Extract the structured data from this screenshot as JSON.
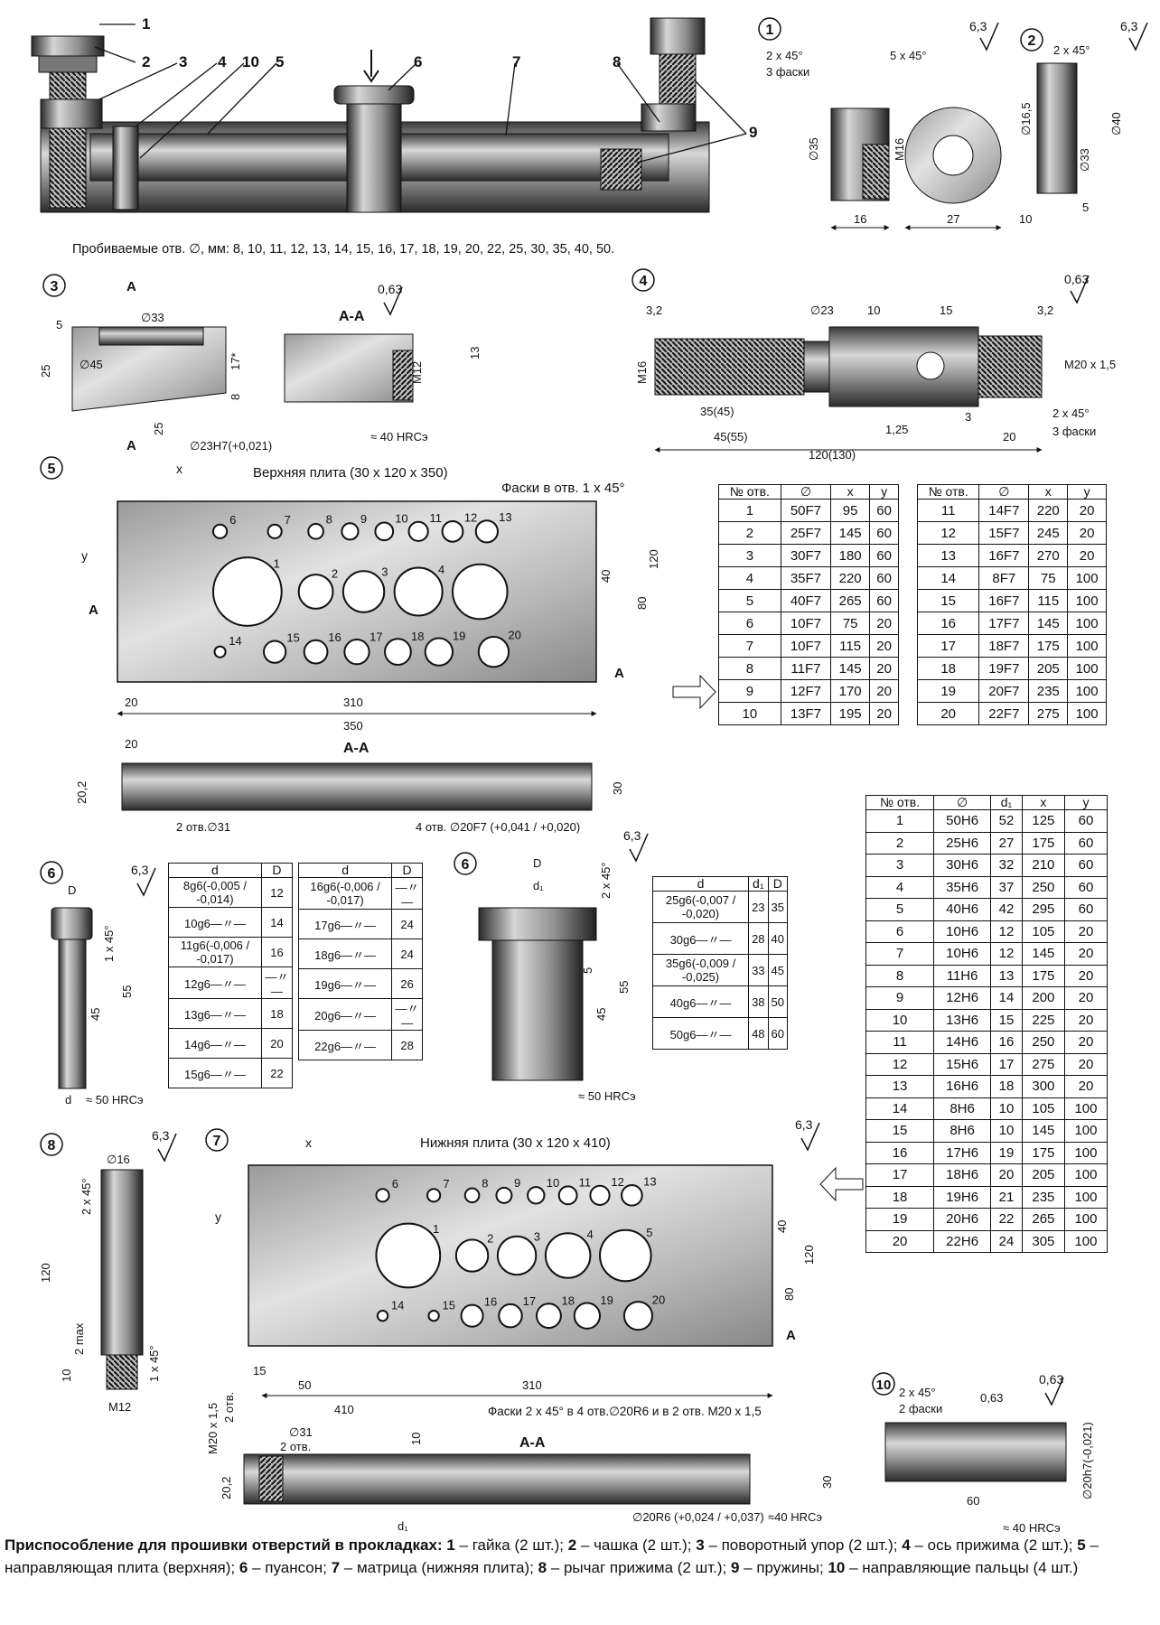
{
  "assembly": {
    "callouts": [
      "1",
      "2",
      "3",
      "4",
      "10",
      "5",
      "6",
      "7",
      "8",
      "9"
    ],
    "holes_note": "Пробиваемые отв. ∅, мм: 8, 10, 11, 12, 13, 14, 15, 16, 17, 18, 19, 20, 22, 25, 30, 35, 40, 50."
  },
  "part1": {
    "num": "1",
    "rough": "6,3",
    "dims": [
      "2 x 45°",
      "3 фаски",
      "5 x 45°",
      "∅35",
      "M16",
      "16",
      "27"
    ]
  },
  "part2": {
    "num": "2",
    "rough": "6,3",
    "dims": [
      "2 x 45°",
      "∅16,5",
      "∅40",
      "∅33",
      "10",
      "5"
    ]
  },
  "part3": {
    "num": "3",
    "section": "A-A",
    "hard": "≈ 40 HRCэ",
    "rough": "0,63",
    "dims": [
      "5",
      "∅33",
      "25",
      "∅45",
      "17*",
      "8",
      "25",
      "∅23H7(+0,021)",
      "13",
      "M12",
      "A",
      "A",
      "A"
    ]
  },
  "part4": {
    "num": "4",
    "rough": "0,63",
    "rough_b": "3,2",
    "dims": [
      "∅23",
      "10",
      "15",
      "M16",
      "M20 x 1,5",
      "35(45)",
      "45(55)",
      "1,25",
      "3",
      "20",
      "120(130)",
      "2 x 45°",
      "3 фаски"
    ]
  },
  "part5": {
    "num": "5",
    "title": "Верхняя плита (30 x 120 x 350)",
    "chamfer": "Фаски в отв. 1 x 45°",
    "axis_x": "x",
    "axis_y": "y",
    "section": "A-A",
    "mark_a": "A",
    "hole_nums": [
      "1",
      "2",
      "3",
      "4",
      "",
      "6",
      "7",
      "8",
      "9",
      "10",
      "11",
      "12",
      "13",
      "14",
      "15",
      "16",
      "17",
      "18",
      "19",
      "20"
    ],
    "dims": [
      "40",
      "80",
      "120",
      "20",
      "310",
      "350",
      "20",
      "20,2",
      "30",
      "2 отв.∅31",
      "4 отв. ∅20F7 (+0,041 / +0,020)"
    ],
    "table_headers": [
      "№ отв.",
      "∅",
      "x",
      "y"
    ],
    "table_a": [
      [
        "1",
        "50F7",
        "95",
        "60"
      ],
      [
        "2",
        "25F7",
        "145",
        "60"
      ],
      [
        "3",
        "30F7",
        "180",
        "60"
      ],
      [
        "4",
        "35F7",
        "220",
        "60"
      ],
      [
        "5",
        "40F7",
        "265",
        "60"
      ],
      [
        "6",
        "10F7",
        "75",
        "20"
      ],
      [
        "7",
        "10F7",
        "115",
        "20"
      ],
      [
        "8",
        "11F7",
        "145",
        "20"
      ],
      [
        "9",
        "12F7",
        "170",
        "20"
      ],
      [
        "10",
        "13F7",
        "195",
        "20"
      ]
    ],
    "table_b": [
      [
        "11",
        "14F7",
        "220",
        "20"
      ],
      [
        "12",
        "15F7",
        "245",
        "20"
      ],
      [
        "13",
        "16F7",
        "270",
        "20"
      ],
      [
        "14",
        "8F7",
        "75",
        "100"
      ],
      [
        "15",
        "16F7",
        "115",
        "100"
      ],
      [
        "16",
        "17F7",
        "145",
        "100"
      ],
      [
        "17",
        "18F7",
        "175",
        "100"
      ],
      [
        "18",
        "19F7",
        "205",
        "100"
      ],
      [
        "19",
        "20F7",
        "235",
        "100"
      ],
      [
        "20",
        "22F7",
        "275",
        "100"
      ]
    ]
  },
  "part7table": {
    "headers": [
      "№ отв.",
      "∅",
      "d₁",
      "x",
      "y"
    ],
    "rows": [
      [
        "1",
        "50H6",
        "52",
        "125",
        "60"
      ],
      [
        "2",
        "25H6",
        "27",
        "175",
        "60"
      ],
      [
        "3",
        "30H6",
        "32",
        "210",
        "60"
      ],
      [
        "4",
        "35H6",
        "37",
        "250",
        "60"
      ],
      [
        "5",
        "40H6",
        "42",
        "295",
        "60"
      ],
      [
        "6",
        "10H6",
        "12",
        "105",
        "20"
      ],
      [
        "7",
        "10H6",
        "12",
        "145",
        "20"
      ],
      [
        "8",
        "11H6",
        "13",
        "175",
        "20"
      ],
      [
        "9",
        "12H6",
        "14",
        "200",
        "20"
      ],
      [
        "10",
        "13H6",
        "15",
        "225",
        "20"
      ],
      [
        "11",
        "14H6",
        "16",
        "250",
        "20"
      ],
      [
        "12",
        "15H6",
        "17",
        "275",
        "20"
      ],
      [
        "13",
        "16H6",
        "18",
        "300",
        "20"
      ],
      [
        "14",
        "8H6",
        "10",
        "105",
        "100"
      ],
      [
        "15",
        "8H6",
        "10",
        "145",
        "100"
      ],
      [
        "16",
        "17H6",
        "19",
        "175",
        "100"
      ],
      [
        "17",
        "18H6",
        "20",
        "205",
        "100"
      ],
      [
        "18",
        "19H6",
        "21",
        "235",
        "100"
      ],
      [
        "19",
        "20H6",
        "22",
        "265",
        "100"
      ],
      [
        "20",
        "22H6",
        "24",
        "305",
        "100"
      ]
    ]
  },
  "part6a": {
    "num": "6",
    "rough": "6,3",
    "dims": [
      "D",
      "1 x 45°",
      "45",
      "55",
      "d"
    ],
    "hard": "≈ 50 HRCэ",
    "headers": [
      "d",
      "D"
    ],
    "table_a": [
      [
        "8g6(-0,005 / -0,014)",
        "12"
      ],
      [
        "10g6—〃—",
        "14"
      ],
      [
        "11g6(-0,006 / -0,017)",
        "16"
      ],
      [
        "12g6—〃—",
        "—〃—"
      ],
      [
        "13g6—〃—",
        "18"
      ],
      [
        "14g6—〃—",
        "20"
      ],
      [
        "15g6—〃—",
        "22"
      ]
    ],
    "table_b": [
      [
        "16g6(-0,006 / -0,017)",
        "—〃—"
      ],
      [
        "17g6—〃—",
        "24"
      ],
      [
        "18g6—〃—",
        "24"
      ],
      [
        "19g6—〃—",
        "26"
      ],
      [
        "20g6—〃—",
        "—〃—"
      ],
      [
        "22g6—〃—",
        "28"
      ]
    ]
  },
  "part6b": {
    "num": "6",
    "rough": "6,3",
    "dims": [
      "D",
      "d₁",
      "2 x 45°",
      "5",
      "45",
      "55"
    ],
    "hard": "≈ 50 HRCэ",
    "headers": [
      "d",
      "d₁",
      "D"
    ],
    "table": [
      [
        "25g6(-0,007 / -0,020)",
        "23",
        "35"
      ],
      [
        "30g6—〃—",
        "28",
        "40"
      ],
      [
        "35g6(-0,009 / -0,025)",
        "33",
        "45"
      ],
      [
        "40g6—〃—",
        "38",
        "50"
      ],
      [
        "50g6—〃—",
        "48",
        "60"
      ]
    ]
  },
  "part8": {
    "num": "8",
    "rough": "6,3",
    "dims": [
      "∅16",
      "2 x 45°",
      "120",
      "2 max",
      "10",
      "1 x 45°",
      "M12"
    ]
  },
  "part7": {
    "num": "7",
    "title": "Нижняя плита (30 x 120 x 410)",
    "rough": "6,3",
    "axis_x": "x",
    "axis_y": "y",
    "hole_nums": [
      "1",
      "2",
      "3",
      "4",
      "5",
      "6",
      "7",
      "8",
      "9",
      "10",
      "11",
      "12",
      "13",
      "14",
      "15",
      "16",
      "17",
      "18",
      "19",
      "20"
    ],
    "dims": [
      "40",
      "80",
      "120",
      "M20 x 1,5",
      "2 отв.",
      "15",
      "50",
      "310",
      "410"
    ],
    "chamfer": "Фаски  2 x 45° в 4 отв.∅20R6 и в 2 отв. M20 x 1,5",
    "section": "A-A",
    "sec_dims": [
      "∅31",
      "2 отв.",
      "10",
      "20,2",
      "d₁",
      "∅20R6 (+0,024 / +0,037)",
      "30"
    ],
    "hard": "≈40 HRCэ",
    "mark_a": "A"
  },
  "part10": {
    "num": "10",
    "rough": "0,63",
    "rough2": "0,63",
    "dims": [
      "2 x 45°",
      "2 фаски",
      "∅20h7(-0,021)",
      "60"
    ],
    "hard": "≈ 40 HRCэ"
  },
  "caption": {
    "bold": "Приспособление для прошивки отверстий в прокладках:",
    "items": [
      [
        "1",
        " – гайка (2 шт.); "
      ],
      [
        "2",
        " – чашка (2 шт.); "
      ],
      [
        "3",
        " – поворотный упор (2 шт.);"
      ],
      [
        "4",
        " – ось прижима (2 шт.); "
      ],
      [
        "5",
        " – направляющая плита (верхняя); "
      ],
      [
        "6",
        " – пуансон; "
      ],
      [
        "7",
        " – матрица (нижняя плита); "
      ],
      [
        "8",
        " – рычаг прижима (2 шт.);"
      ],
      [
        "9",
        " – пружины; "
      ],
      [
        "10",
        " – направляющие пальцы (4 шт.)"
      ]
    ]
  },
  "colors": {
    "metal_dark": "#2a2a2a",
    "metal_mid": "#8a8a8a",
    "metal_light": "#d6d6d6",
    "line": "#111111"
  }
}
